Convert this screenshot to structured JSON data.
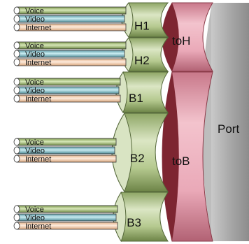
{
  "port": {
    "label": "Port"
  },
  "aggregates": [
    {
      "id": "toH",
      "label": "toH"
    },
    {
      "id": "toB",
      "label": "toB"
    }
  ],
  "groups": [
    {
      "id": "H1",
      "label": "H1",
      "aggregate": "toH",
      "flows": [
        "Voice",
        "Video",
        "Internet"
      ]
    },
    {
      "id": "H2",
      "label": "H2",
      "aggregate": "toH",
      "flows": [
        "Voice",
        "Video",
        "Internet"
      ]
    },
    {
      "id": "B1",
      "label": "B1",
      "aggregate": "toB",
      "flows": [
        "Voice",
        "Video",
        "Internet"
      ]
    },
    {
      "id": "B2",
      "label": "B2",
      "aggregate": "toB",
      "flows": [
        "Voice",
        "Video",
        "Internet"
      ]
    },
    {
      "id": "B3",
      "label": "B3",
      "aggregate": "toB",
      "flows": [
        "Voice",
        "Video",
        "Internet"
      ]
    }
  ],
  "colors": {
    "voice": "#b7d08a",
    "video": "#9fd3dc",
    "internet": "#f9d6b9",
    "group": "#c6d6a4",
    "aggregate": "#f0b8c5",
    "aggregate_dark": "#7d2531",
    "port": "#a6a6a6"
  }
}
